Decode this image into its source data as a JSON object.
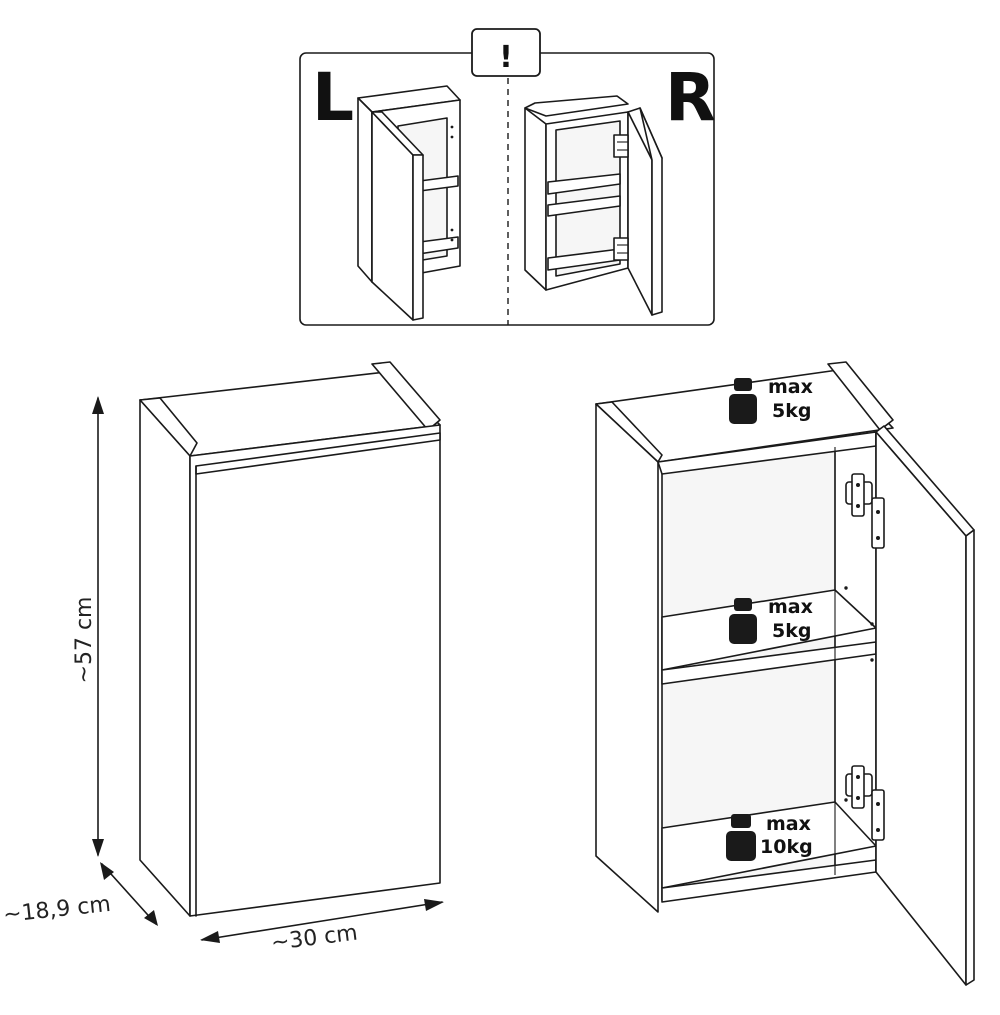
{
  "orientation_panel": {
    "left_letter": "L",
    "right_letter": "R",
    "warning_symbol": "!"
  },
  "dimensions": {
    "height": "~57 cm",
    "depth": "~18,9 cm",
    "width": "~30 cm"
  },
  "load_limits": [
    {
      "max": "max",
      "value": "5kg"
    },
    {
      "max": "max",
      "value": "5kg"
    },
    {
      "max": "max",
      "value": "10kg"
    }
  ]
}
